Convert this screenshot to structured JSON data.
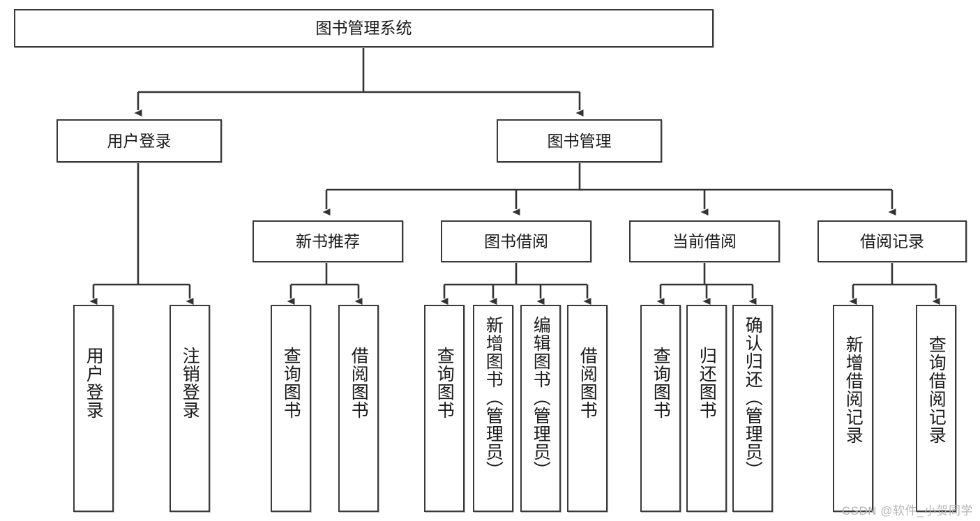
{
  "diagram": {
    "title": "图书管理系统",
    "type": "tree-hierarchy-chart",
    "colors": {
      "box_border": "#3a3a3a",
      "box_fill": "#ffffff",
      "edge": "#333333",
      "text": "#1a1a1a",
      "watermark": "#b5b5b5"
    },
    "root": {
      "label": "图书管理系统"
    },
    "level1": [
      {
        "label": "用户登录"
      },
      {
        "label": "图书管理"
      }
    ],
    "level2": [
      {
        "label": "新书推荐"
      },
      {
        "label": "图书借阅"
      },
      {
        "label": "当前借阅"
      },
      {
        "label": "借阅记录"
      }
    ],
    "leaves": {
      "user_login": [
        {
          "label": "用户登录"
        },
        {
          "label": "注销登录"
        }
      ],
      "new_book_recommend": [
        {
          "label": "查询图书"
        },
        {
          "label": "借阅图书"
        }
      ],
      "book_borrow": [
        {
          "label": "查询图书"
        },
        {
          "label": "新增图书（管理员）"
        },
        {
          "label": "编辑图书（管理员）"
        },
        {
          "label": "借阅图书"
        }
      ],
      "current_borrow": [
        {
          "label": "查询图书"
        },
        {
          "label": "归还图书"
        },
        {
          "label": "确认归还（管理员）"
        }
      ],
      "borrow_record": [
        {
          "label": "新增借阅记录"
        },
        {
          "label": "查询借阅记录"
        }
      ]
    }
  },
  "watermark": {
    "text": "CSDN @软件_小贺同学"
  }
}
